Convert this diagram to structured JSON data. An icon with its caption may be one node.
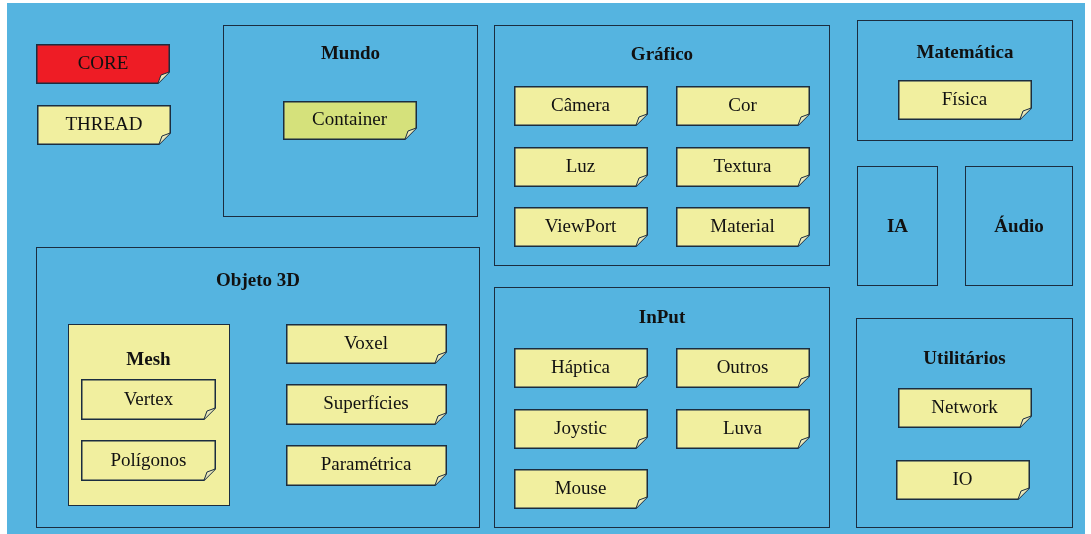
{
  "diagram": {
    "nodes": [
      {
        "text": [
          "Mundo"
        ]
      },
      {
        "text": [
          "Container"
        ],
        "in": 0
      },
      {
        "text": [
          "Gráfico"
        ]
      },
      {
        "text": [
          "Câmera"
        ],
        "in": 2
      },
      {
        "text": [
          "Cor"
        ],
        "in": 2
      },
      {
        "text": [
          "Luz"
        ],
        "in": 2
      },
      {
        "text": [
          "Textura"
        ],
        "in": 2
      },
      {
        "text": [
          "ViewPort"
        ],
        "in": 2
      },
      {
        "text": [
          "Material"
        ],
        "in": 2
      },
      {
        "text": [
          "Matemática"
        ]
      },
      {
        "text": [
          "Física"
        ],
        "in": 9
      },
      {
        "text": [
          "IA"
        ]
      },
      {
        "text": [
          "Áudio"
        ]
      },
      {
        "text": [
          "Objeto 3D"
        ]
      },
      {
        "text": [
          "Mesh"
        ],
        "in": 13
      },
      {
        "text": [
          "Vertex"
        ],
        "in": 14
      },
      {
        "text": [
          "Polígonos"
        ],
        "in": 14
      },
      {
        "text": [
          "Voxel"
        ],
        "in": 13
      },
      {
        "text": [
          "Superfícies"
        ],
        "in": 13
      },
      {
        "text": [
          "Paramétrica"
        ],
        "in": 13
      },
      {
        "text": [
          "InPut"
        ]
      },
      {
        "text": [
          "Háptica"
        ],
        "in": 20
      },
      {
        "text": [
          "Outros"
        ],
        "in": 20
      },
      {
        "text": [
          "Joystic"
        ],
        "in": 20
      },
      {
        "text": [
          "Luva"
        ],
        "in": 20
      },
      {
        "text": [
          "Mouse"
        ],
        "in": 20
      },
      {
        "text": [
          "Utilitários"
        ]
      },
      {
        "text": [
          "Network"
        ],
        "in": 26
      },
      {
        "text": [
          "IO"
        ],
        "in": 26
      }
    ],
    "edges": [],
    "legend": [
      {
        "text": "CORE",
        "color": "#ee1c25"
      },
      {
        "text": "THREAD",
        "color": "#f1ef9f"
      }
    ]
  }
}
